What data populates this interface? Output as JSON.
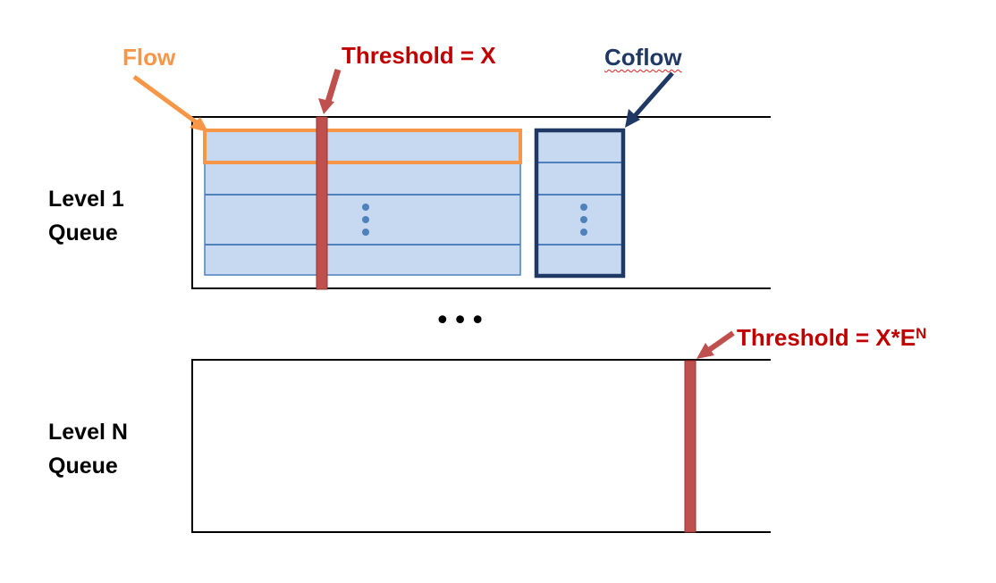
{
  "labels": {
    "flow": "Flow",
    "threshold_top": "Threshold = X",
    "coflow": "Coflow",
    "threshold_bottom_base": "Threshold = X*E",
    "threshold_bottom_exp": "N",
    "level1_line1": "Level 1",
    "level1_line2": "Queue",
    "ellipsis": "•••",
    "levelN_line1": "Level N",
    "levelN_line2": "Queue"
  },
  "colors": {
    "flow": "#f79646",
    "threshold": "#c0504d",
    "threshold_text": "#c00000",
    "coflow": "#1f3864",
    "cell_fill": "#c6d9f1",
    "cell_line": "#4f81bd",
    "dots": "#4f81bd"
  }
}
